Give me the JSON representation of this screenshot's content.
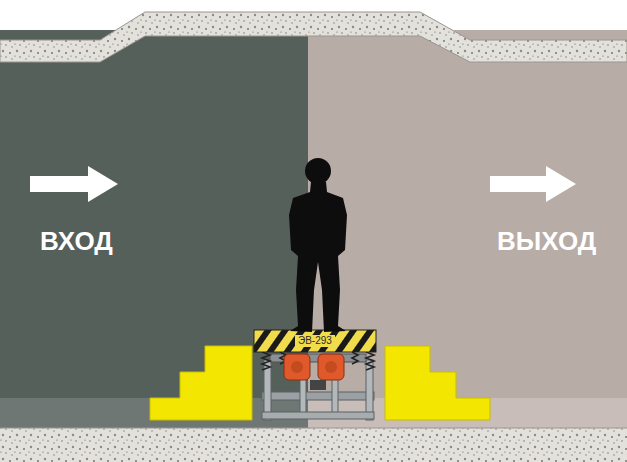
{
  "diagram": {
    "labels": [
      "ВХОД",
      "ВЫХОД",
      "ЭВ-293"
    ]
  }
}
